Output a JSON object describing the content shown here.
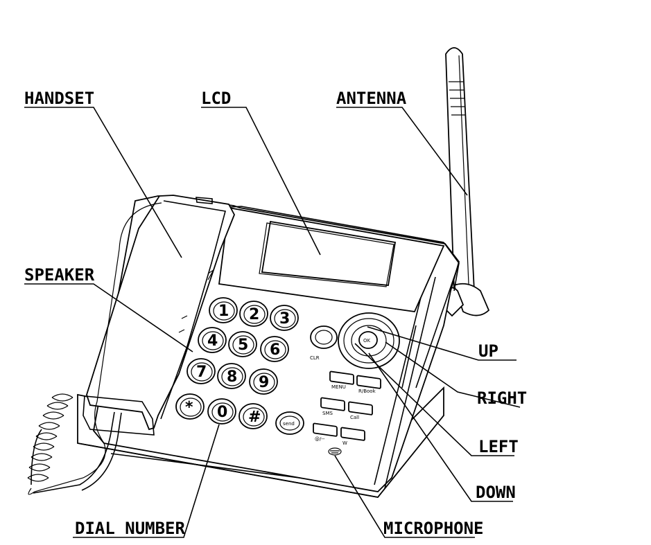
{
  "labels": {
    "handset": "HANDSET",
    "lcd": "LCD",
    "antenna": "ANTENNA",
    "speaker": "SPEAKER",
    "up": "UP",
    "right": "RIGHT",
    "left": "LEFT",
    "down": "DOWN",
    "dial_number": "DIAL NUMBER",
    "microphone": "MICROPHONE"
  },
  "keypad": {
    "keys": [
      "1",
      "2",
      "3",
      "4",
      "5",
      "6",
      "7",
      "8",
      "9",
      "*",
      "0",
      "#"
    ],
    "send_key": "send",
    "ok_key": "OK",
    "clr_key": "CLR"
  },
  "function_keys": [
    "MENU",
    "R/Book",
    "SMS",
    "Call",
    "@/--",
    "W"
  ],
  "colors": {
    "ink": "#000000",
    "paper": "#ffffff"
  }
}
